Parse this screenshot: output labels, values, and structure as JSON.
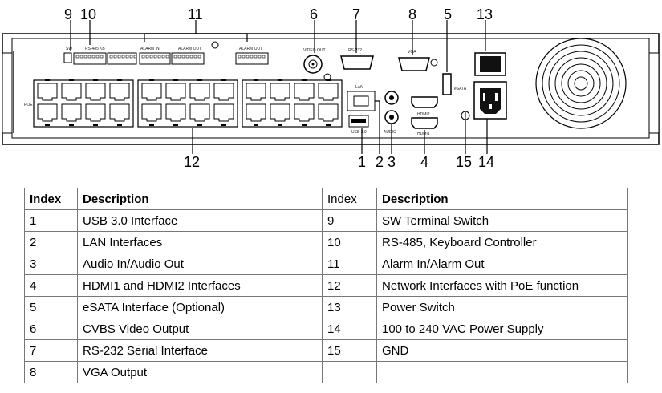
{
  "callouts": {
    "n1": "1",
    "n2": "2",
    "n3": "3",
    "n4": "4",
    "n5": "5",
    "n6": "6",
    "n7": "7",
    "n8": "8",
    "n9": "9",
    "n10": "10",
    "n11": "11",
    "n12": "12",
    "n13": "13",
    "n14": "14",
    "n15": "15"
  },
  "panel_labels": {
    "poe": "POE",
    "lan": "LAN",
    "usb": "USB 3.0",
    "audio": "AUDIO",
    "video_out": "VIDEO OUT",
    "rs232": "RS-232",
    "vga": "VGA",
    "esata": "eSATA",
    "hdmi2": "HDMI2",
    "hdmi1": "HDMI1",
    "rs485": "RS-485",
    "alarm_in": "ALARM IN",
    "alarm_out": "ALARM OUT",
    "sw": "SW",
    "ks": "KB"
  },
  "table": {
    "headers": [
      "Index",
      "Description",
      "Index",
      "Description"
    ],
    "rows": [
      [
        "1",
        "USB 3.0 Interface",
        "9",
        "SW Terminal Switch"
      ],
      [
        "2",
        "LAN Interfaces",
        "10",
        "RS-485, Keyboard Controller"
      ],
      [
        "3",
        "Audio In/Audio Out",
        "11",
        "Alarm In/Alarm Out"
      ],
      [
        "4",
        "HDMI1 and HDMI2 Interfaces",
        "12",
        "Network Interfaces with PoE function"
      ],
      [
        "5",
        "eSATA Interface (Optional)",
        "13",
        "Power Switch"
      ],
      [
        "6",
        "CVBS Video Output",
        "14",
        "100 to 240 VAC Power Supply"
      ],
      [
        "7",
        "RS-232 Serial Interface",
        "15",
        "GND"
      ],
      [
        "8",
        "VGA Output",
        "",
        ""
      ]
    ]
  }
}
